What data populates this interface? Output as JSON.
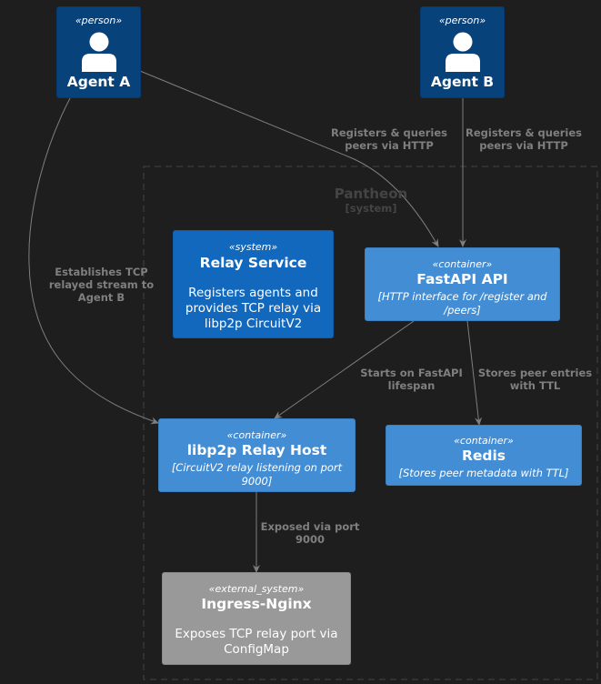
{
  "colors": {
    "background": "#1e1e1e",
    "person": "#08427b",
    "system": "#1168bd",
    "container": "#438dd5",
    "external_system": "#999999",
    "edge": "#7f7f7f",
    "boundary": "#444444"
  },
  "boundary": {
    "title": "Pantheon",
    "subtitle": "[system]"
  },
  "nodes": {
    "agent_a": {
      "stereotype": "«person»",
      "title": "Agent A",
      "icon": "person-icon"
    },
    "agent_b": {
      "stereotype": "«person»",
      "title": "Agent B",
      "icon": "person-icon"
    },
    "relay_service": {
      "stereotype": "«system»",
      "title": "Relay Service",
      "description": "Registers agents and provides TCP relay via libp2p CircuitV2"
    },
    "fastapi": {
      "stereotype": "«container»",
      "title": "FastAPI API",
      "technology": "[HTTP interface for /register and /peers]"
    },
    "relay_host": {
      "stereotype": "«container»",
      "title": "libp2p Relay Host",
      "technology": "[CircuitV2 relay listening on port 9000]"
    },
    "redis": {
      "stereotype": "«container»",
      "title": "Redis",
      "technology": "[Stores peer metadata with TTL]"
    },
    "ingress": {
      "stereotype": "«external_system»",
      "title": "Ingress-Nginx",
      "description": "Exposes TCP relay port via ConfigMap"
    }
  },
  "edges": {
    "a_to_api": "Registers & queries\npeers via HTTP",
    "b_to_api": "Registers & queries\npeers via HTTP",
    "a_to_host": "Establishes TCP\nrelayed stream to\nAgent B",
    "api_to_host": "Starts on FastAPI\nlifespan",
    "api_to_redis": "Stores peer entries\nwith TTL",
    "host_to_ingress": "Exposed via port\n9000"
  }
}
